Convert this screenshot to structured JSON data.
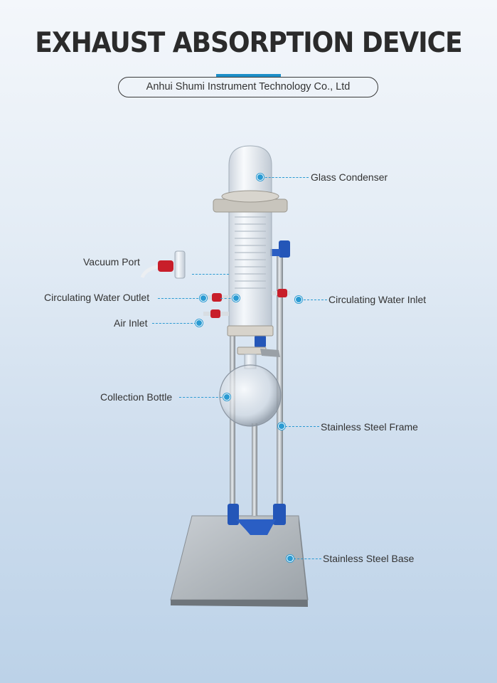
{
  "header": {
    "title": "EXHAUST ABSORPTION DEVICE",
    "subtitle": "Anhui Shumi Instrument Technology Co., Ltd"
  },
  "labels": {
    "glass_condenser": "Glass Condenser",
    "vacuum_port": "Vacuum Port",
    "circulating_water_outlet": "Circulating Water Outlet",
    "circulating_water_inlet": "Circulating Water Inlet",
    "air_inlet": "Air Inlet",
    "collection_bottle": "Collection Bottle",
    "stainless_steel_frame": "Stainless Steel Frame",
    "stainless_steel_base": "Stainless Steel Base"
  },
  "colors": {
    "accent": "#1d8fc8",
    "callout": "#2a9ad2",
    "clamp_blue": "#2456b8",
    "valve_red": "#c81e2a"
  }
}
